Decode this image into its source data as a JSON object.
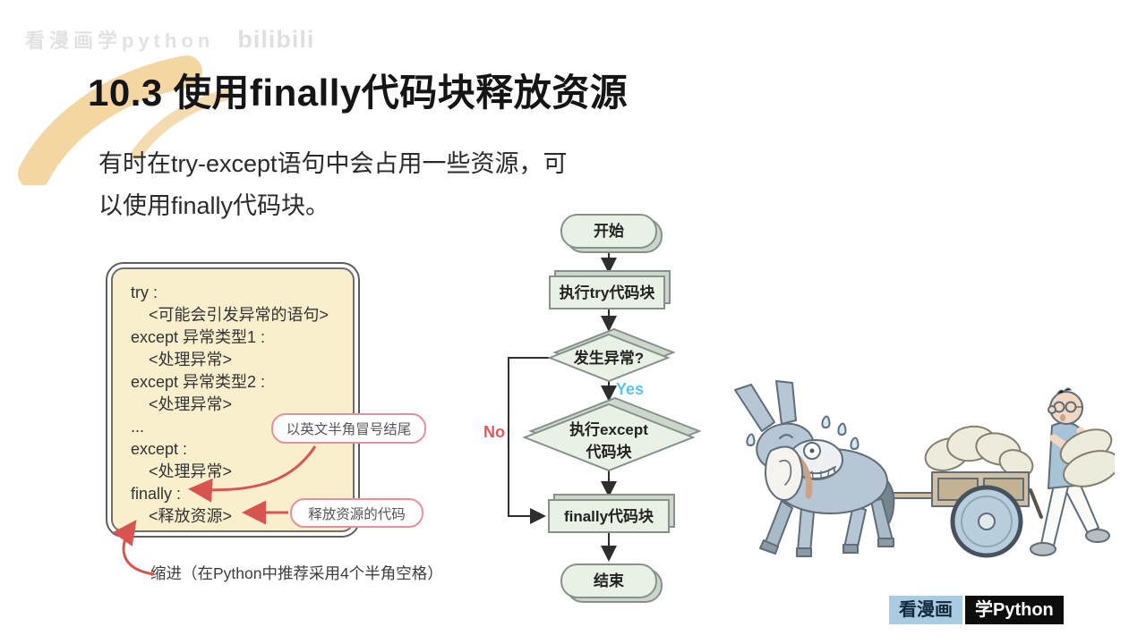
{
  "watermark": {
    "left_text": "看漫画学python",
    "logo_text": "bilibili"
  },
  "title": "10.3 使用finally代码块释放资源",
  "intro": {
    "line1": "有时在try-except语句中会占用一些资源，可",
    "line2": "以使用finally代码块。"
  },
  "code": {
    "lines": [
      "try :",
      "    <可能会引发异常的语句>",
      "except 异常类型1 :",
      "    <处理异常>",
      "except 异常类型2 :",
      "    <处理异常>",
      "...",
      "except :",
      "    <处理异常>",
      "finally :",
      "    <释放资源>"
    ]
  },
  "callouts": {
    "colon_tip": "以英文半角冒号结尾",
    "release_tip": "释放资源的代码",
    "indent_note": "缩进（在Python中推荐采用4个半角空格）"
  },
  "flowchart": {
    "start": "开始",
    "try_step": "执行try代码块",
    "decision": "发生异常?",
    "except_line1": "执行except",
    "except_line2": "代码块",
    "finally_step": "finally代码块",
    "end": "结束",
    "yes_label": "Yes",
    "no_label": "No"
  },
  "footer": {
    "badge_left": "看漫画",
    "badge_right": "学Python"
  },
  "colors": {
    "brush_tan": "#f3d6a2",
    "code_box_fill": "#faefcd",
    "callout_border": "#e8909a",
    "red_arrow": "#d9534f",
    "flow_fill": "#e9f1e6",
    "flow_shadow": "#ccd6ca",
    "flow_stroke": "#85918a",
    "yes_cyan": "#59c5ea",
    "no_red": "#e05a5a",
    "badge_blue_bg": "#a9cce3",
    "badge_black_bg": "#0d0d0d"
  }
}
